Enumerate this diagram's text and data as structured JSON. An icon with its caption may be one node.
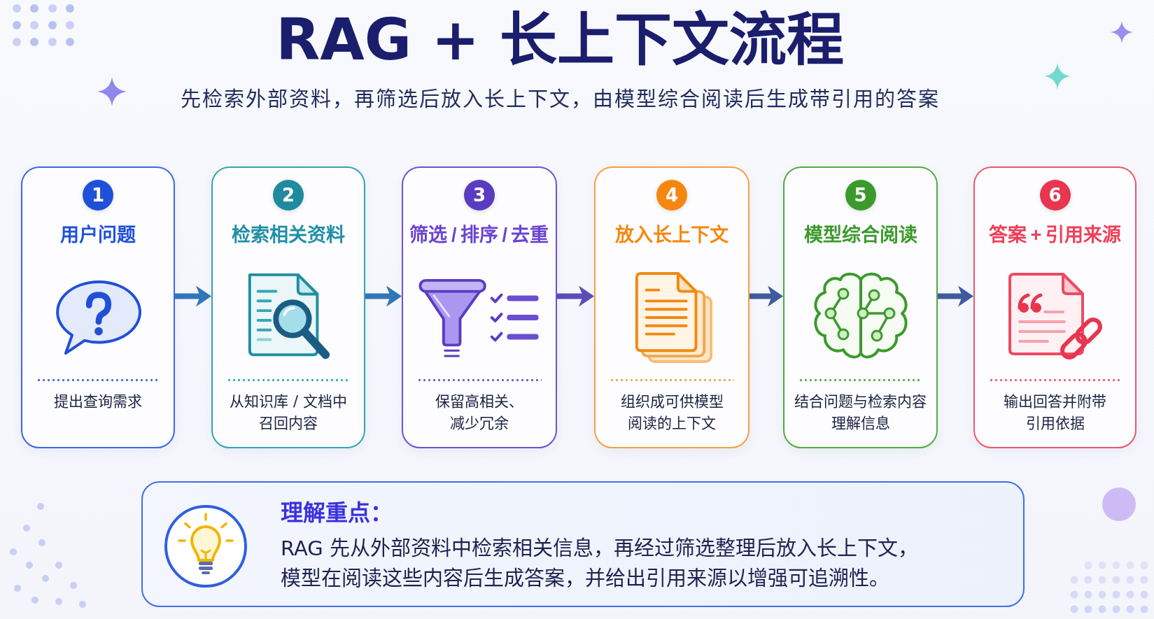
{
  "diagram": {
    "title": "RAG + 长上下文流程",
    "nodes": [
      {
        "text": [
          "1",
          "用户问题",
          "提出查询需求"
        ]
      },
      {
        "text": [
          "2",
          "检索相关资料",
          "从知识库 / 文档中召回内容"
        ]
      },
      {
        "text": [
          "3",
          "筛选 / 排序 / 去重",
          "保留高相关、减少冗余"
        ]
      },
      {
        "text": [
          "4",
          "放入长上下文",
          "组织成可供模型阅读的上下文"
        ]
      },
      {
        "text": [
          "5",
          "模型综合阅读",
          "结合问题与检索内容理解信息"
        ]
      },
      {
        "text": [
          "6",
          "答案 + 引用来源",
          "输出回答并附带引用依据"
        ]
      },
      {
        "text": [
          "理解重点：",
          "RAG 先从外部资料中检索相关信息，再经过筛选整理后放入长上下文，模型在阅读这些内容后生成答案，并给出引用来源以增强可追溯性。"
        ]
      }
    ],
    "edges": [
      {
        "from": 0,
        "to": 1,
        "arrow": "to",
        "color": "#2f77b7"
      },
      {
        "from": 1,
        "to": 2,
        "arrow": "to",
        "color": "#2f77b7"
      },
      {
        "from": 2,
        "to": 3,
        "arrow": "to",
        "color": "#5a4db8"
      },
      {
        "from": 3,
        "to": 4,
        "arrow": "to",
        "color": "#3f5b9e"
      },
      {
        "from": 4,
        "to": 5,
        "arrow": "to",
        "color": "#3f5b9e"
      }
    ],
    "labels": [
      "先检索外部资料，再筛选后放入长上下文，由模型综合阅读后生成带引用的答案"
    ]
  }
}
